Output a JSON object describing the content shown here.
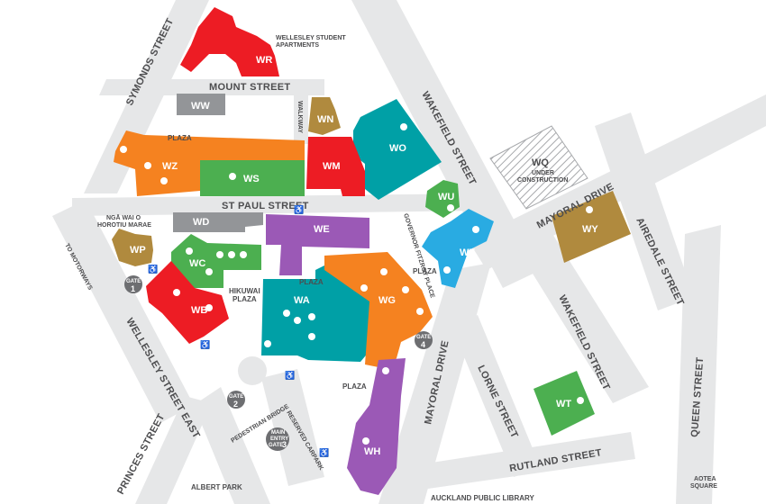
{
  "streets": {
    "symonds": "SYMONDS STREET",
    "mount": "MOUNT STREET",
    "wakefield_north": "WAKEFIELD STREET",
    "wakefield_south": "WAKEFIELD STREET",
    "st_paul": "ST PAUL STREET",
    "mayoral_drive_east": "MAYORAL DRIVE",
    "mayoral_drive_south": "MAYORAL DRIVE",
    "airedale": "AIREDALE STREET",
    "wellesley_east": "WELLESLEY STREET EAST",
    "princes": "PRINCES STREET",
    "lorne": "LORNE STREET",
    "rutland": "RUTLAND STREET",
    "queen": "QUEEN STREET",
    "walkway": "WALKWAY",
    "governor_fitzroy": "GOVERNOR FITZROY PLACE",
    "to_motorways": "TO MOTORWAYS",
    "pedestrian_bridge": "PEDESTRIAN BRIDGE",
    "reserved_carpark": "RESERVED CARPARK"
  },
  "places": {
    "student_apartments": [
      "WELLESLEY STUDENT",
      "APARTMENTS"
    ],
    "marae": [
      "NGĀ WAI O",
      "HOROTIU MARAE"
    ],
    "hikuwai_plaza": [
      "HIKUWAI",
      "PLAZA"
    ],
    "plaza": "PLAZA",
    "albert_park": "ALBERT PARK",
    "library": "AUCKLAND PUBLIC LIBRARY",
    "aotea": [
      "AOTEA",
      "SQUARE"
    ]
  },
  "buildings": [
    {
      "code": "WR",
      "color": "#ed1c24"
    },
    {
      "code": "WW",
      "color": "#939598"
    },
    {
      "code": "WN",
      "color": "#b08a3e"
    },
    {
      "code": "WO",
      "color": "#00a0a6"
    },
    {
      "code": "WM",
      "color": "#ed1c24"
    },
    {
      "code": "WZ",
      "color": "#f58220"
    },
    {
      "code": "WS",
      "color": "#4caf50"
    },
    {
      "code": "WU",
      "color": "#4caf50"
    },
    {
      "code": "WD",
      "color": "#939598"
    },
    {
      "code": "WE",
      "color": "#9b59b6"
    },
    {
      "code": "WF",
      "color": "#29abe2"
    },
    {
      "code": "WP",
      "color": "#b08a3e"
    },
    {
      "code": "WC",
      "color": "#4caf50"
    },
    {
      "code": "WB",
      "color": "#ed1c24"
    },
    {
      "code": "WA",
      "color": "#00a0a6"
    },
    {
      "code": "WG",
      "color": "#f58220"
    },
    {
      "code": "WH",
      "color": "#9b59b6"
    },
    {
      "code": "WT",
      "color": "#4caf50"
    },
    {
      "code": "WY",
      "color": "#b08a3e"
    }
  ],
  "under_construction": {
    "code": "WQ",
    "line1": "UNDER",
    "line2": "CONSTRUCTION"
  },
  "gates": [
    {
      "label": "GATE",
      "number": "1"
    },
    {
      "label": "GATE",
      "number": "2"
    },
    {
      "label": "MAIN ENTRY GATE",
      "number": "3"
    },
    {
      "label": "GATE",
      "number": "4"
    }
  ],
  "main_entry": [
    "MAIN",
    "ENTRY",
    "GATE"
  ],
  "colors": {
    "road": "#e6e7e8",
    "street_text": "#4d4d4f",
    "gate": "#6d6e71"
  }
}
